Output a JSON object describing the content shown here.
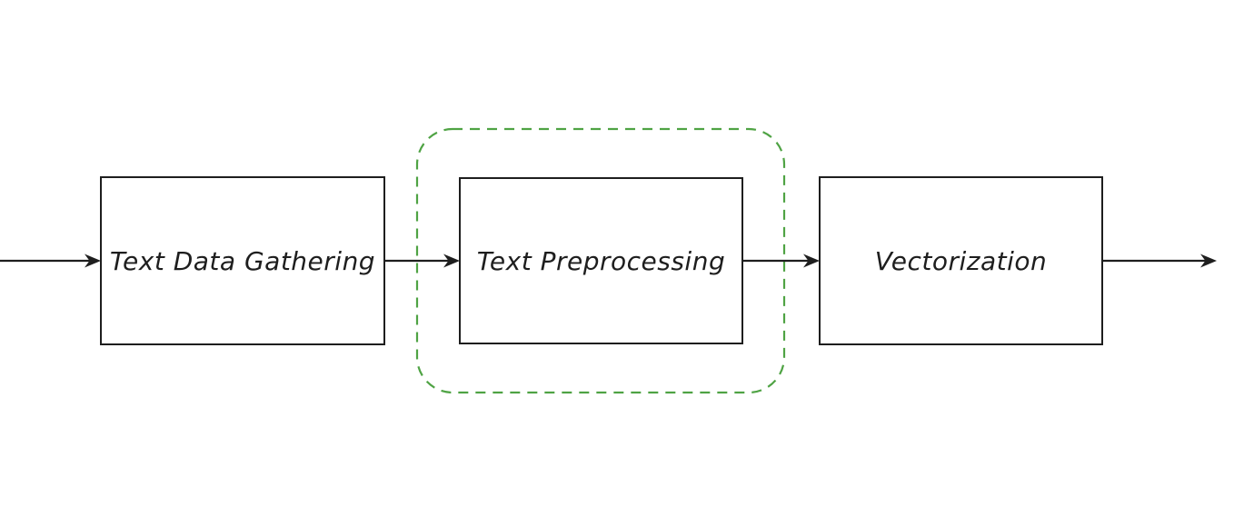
{
  "nodes": [
    {
      "label": "Text Data Gathering",
      "highlighted": false
    },
    {
      "label": "Text Preprocessing",
      "highlighted": true
    },
    {
      "label": "Vectorization",
      "highlighted": false
    }
  ],
  "colors": {
    "stroke": "#1e1e1e",
    "highlight": "#4fa344",
    "background": "#ffffff"
  }
}
